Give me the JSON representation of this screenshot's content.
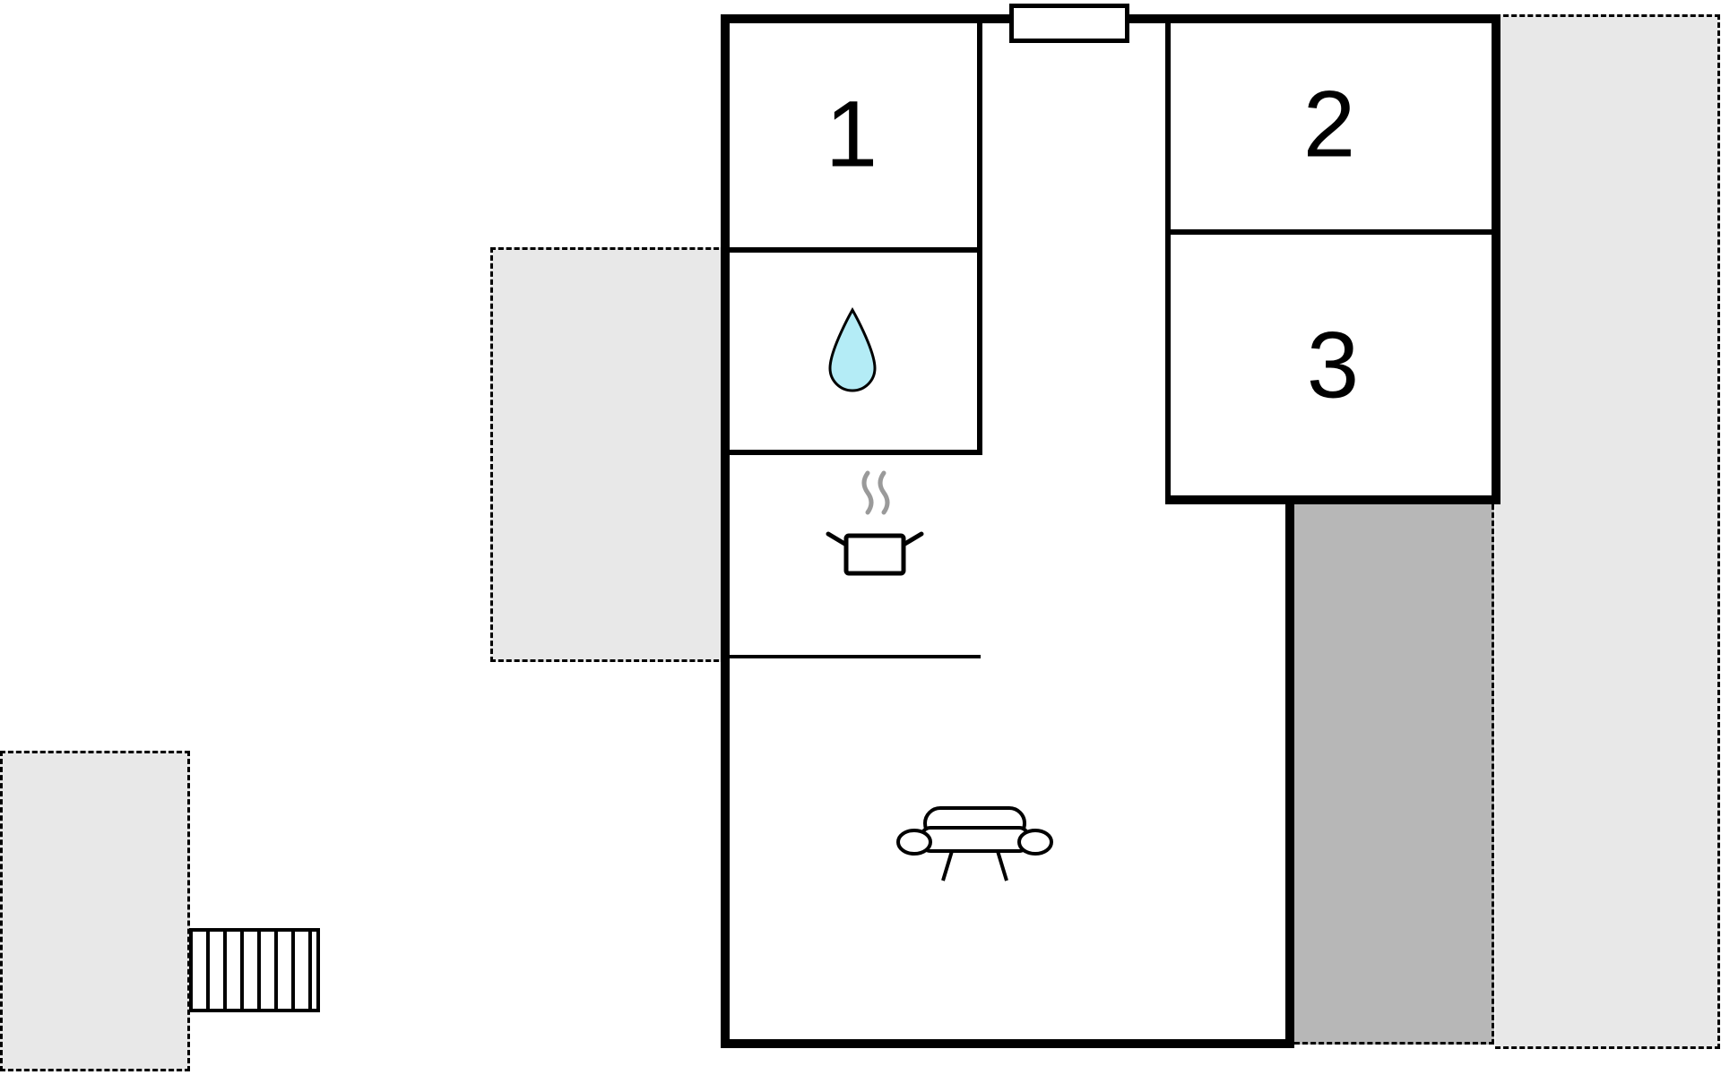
{
  "floorplan": {
    "rooms": [
      {
        "label": "1"
      },
      {
        "label": "2"
      },
      {
        "label": "3"
      }
    ],
    "colors": {
      "background": "#ffffff",
      "wall": "#000000",
      "area_light": "#e8e8e8",
      "area_dark": "#b7b7b7",
      "water": "#b4ecf6",
      "steam": "#9a9a9a"
    },
    "icons": {
      "water_drop": "water-drop-icon",
      "cooking_pot": "cooking-pot-icon",
      "sofa": "sofa-icon",
      "stairs": "stairs",
      "door": "entrance-door"
    }
  }
}
